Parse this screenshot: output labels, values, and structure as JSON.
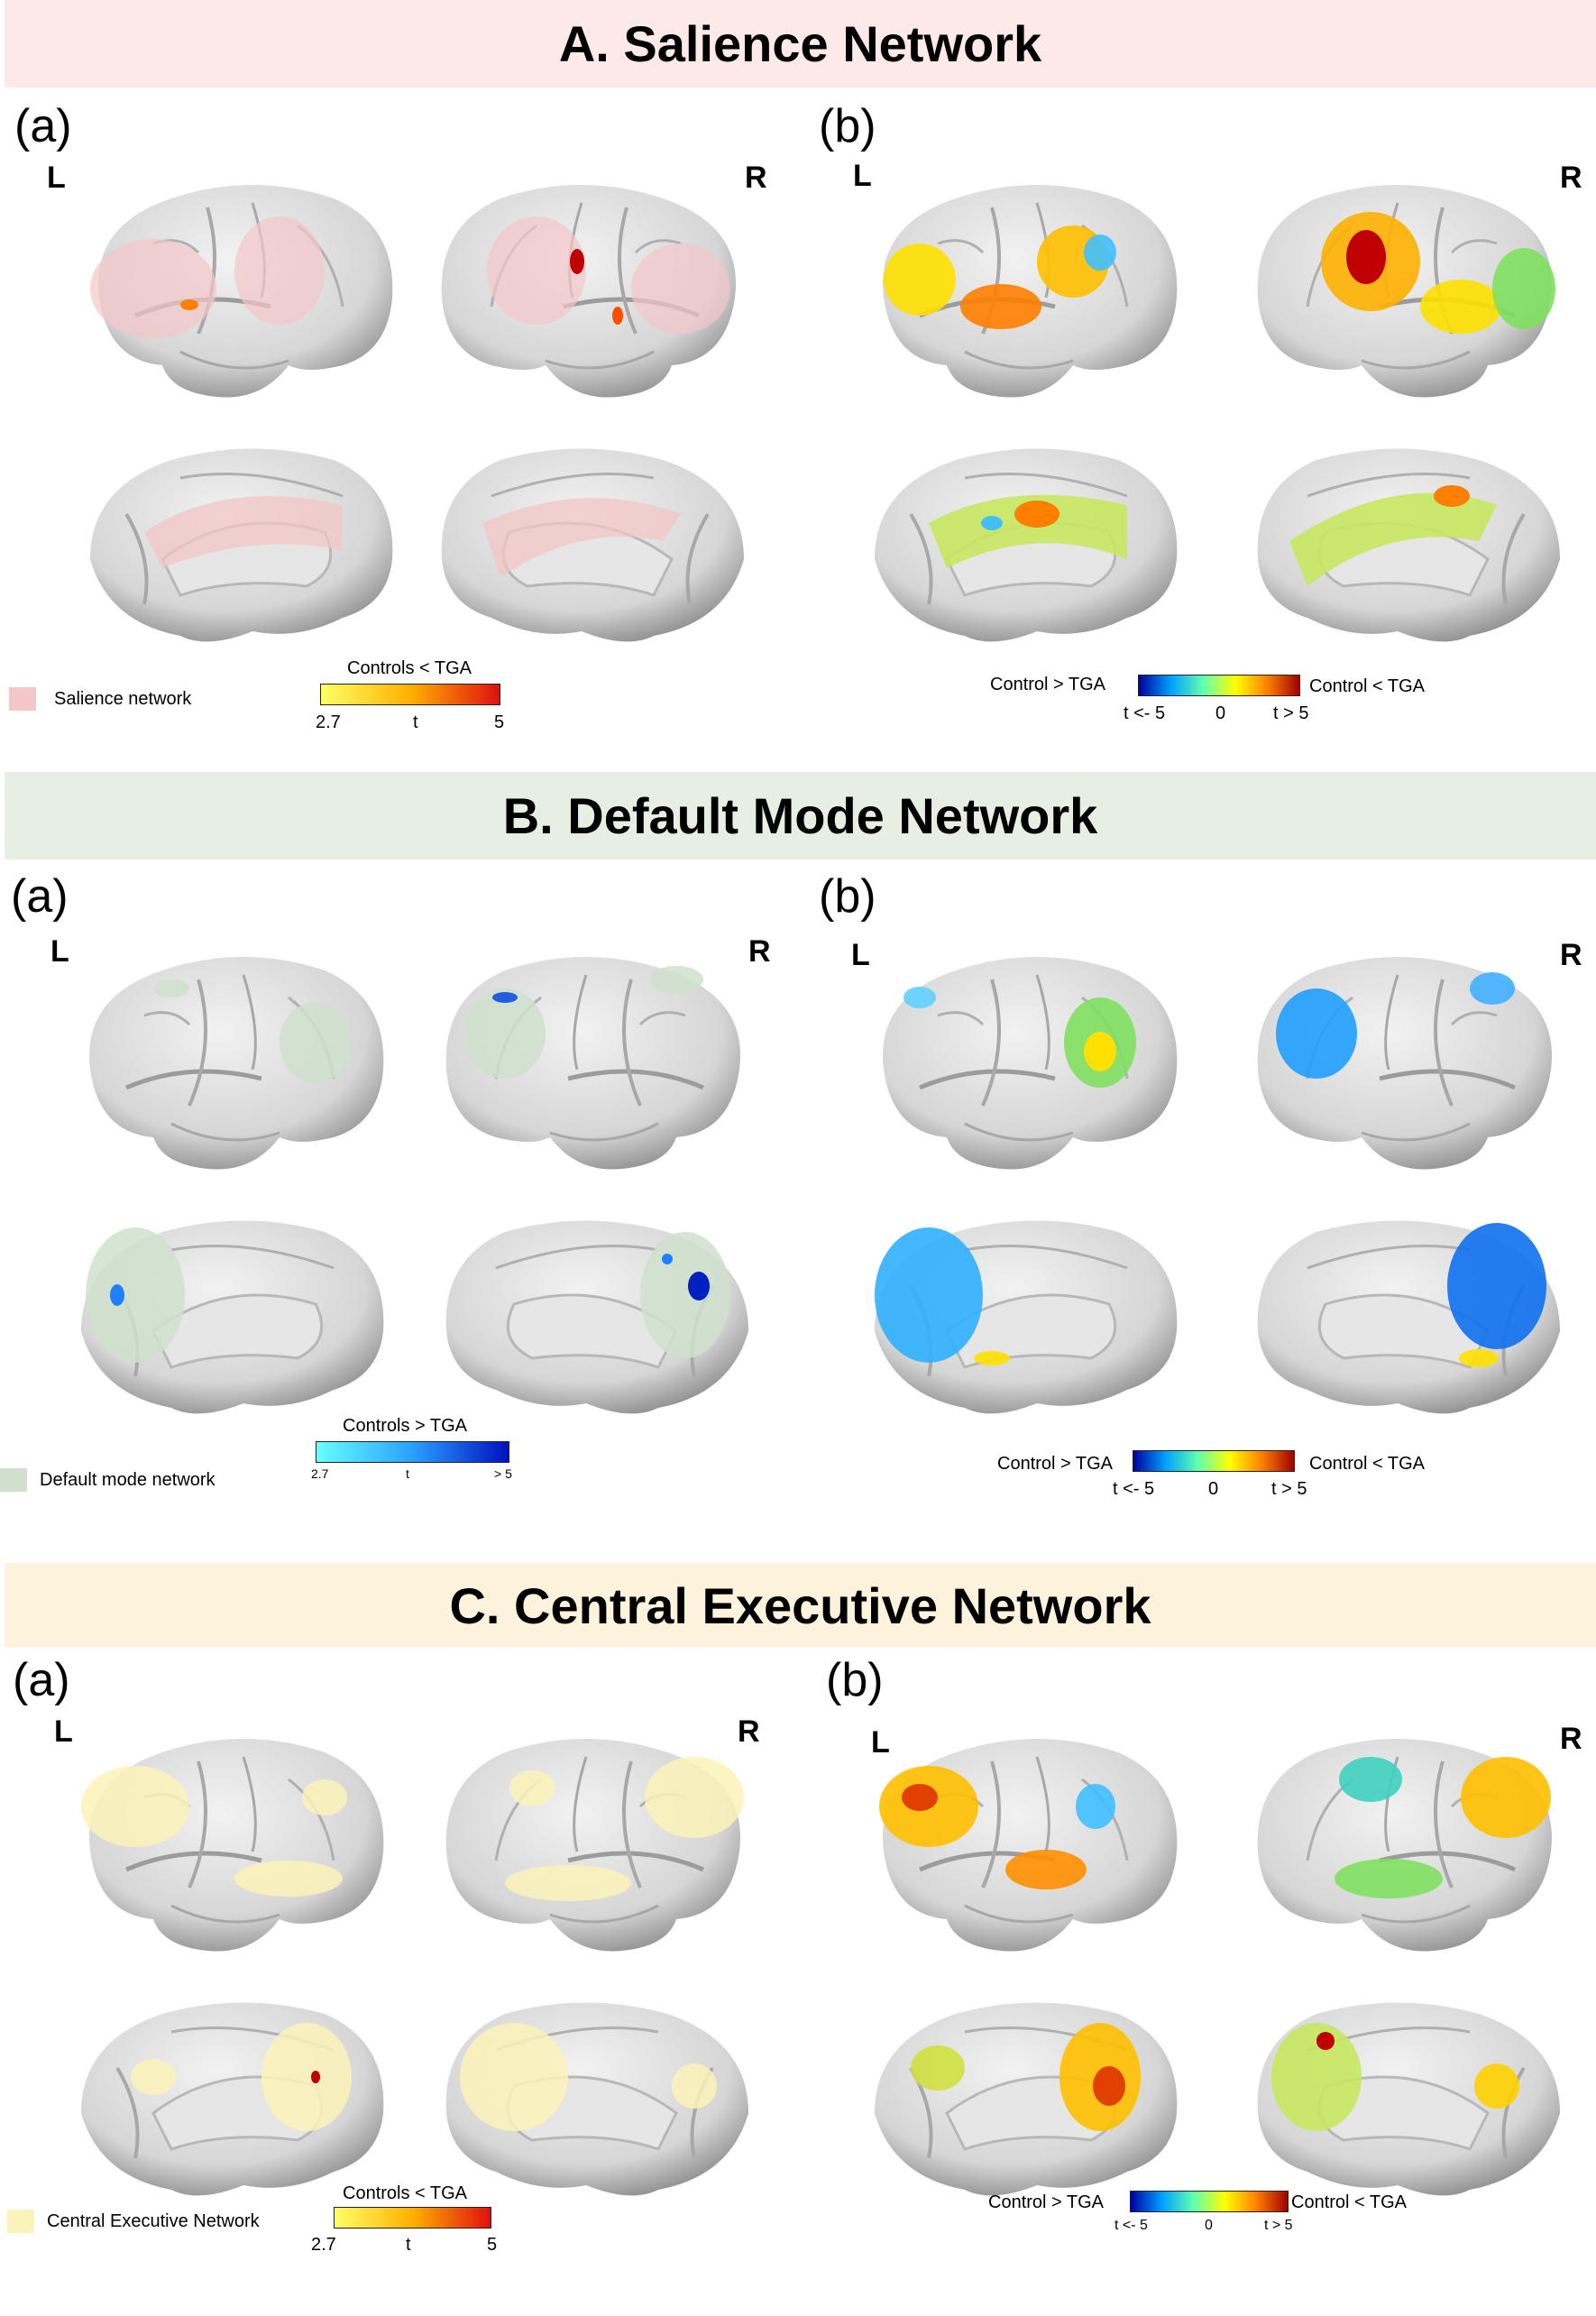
{
  "sections": [
    {
      "header": "A. Salience Network",
      "header_bg": "#fde9e7",
      "panel_a": "(a)",
      "panel_b": "(b)",
      "left": "L",
      "right": "R",
      "network_legend": "Salience network",
      "network_color": "#f4c6c6",
      "a_bar_title": "Controls < TGA",
      "a_bar_min": "2.7",
      "a_bar_mid": "t",
      "a_bar_max": "5",
      "b_left": "Control > TGA",
      "b_right": "Control < TGA",
      "b_tick_min": "t <- 5",
      "b_tick_mid": "0",
      "b_tick_max": "t > 5"
    },
    {
      "header": "B. Default Mode Network",
      "header_bg": "#e7efe3",
      "panel_a": "(a)",
      "panel_b": "(b)",
      "left": "L",
      "right": "R",
      "network_legend": "Default mode network",
      "network_color": "#cfe0cc",
      "a_bar_title": "Controls > TGA",
      "a_bar_min": "2.7",
      "a_bar_mid": "t",
      "a_bar_max": "> 5",
      "b_left": "Control > TGA",
      "b_right": "Control < TGA",
      "b_tick_min": "t <- 5",
      "b_tick_mid": "0",
      "b_tick_max": "t > 5"
    },
    {
      "header": "C. Central Executive Network",
      "header_bg": "#fdf3dd",
      "panel_a": "(a)",
      "panel_b": "(b)",
      "left": "L",
      "right": "R",
      "network_legend": "Central Executive Network",
      "network_color": "#fbf3b9",
      "a_bar_title": "Controls < TGA",
      "a_bar_min": "2.7",
      "a_bar_mid": "t",
      "a_bar_max": "5",
      "b_left": "Control > TGA",
      "b_right": "Control < TGA",
      "b_tick_min": "t <- 5",
      "b_tick_mid": "0",
      "b_tick_max": "t > 5"
    }
  ],
  "colors": {
    "brain_fill": "#dcdcdc",
    "brain_shadow": "#8a8a8a",
    "sulcus": "#9c9c9c",
    "hot_bar": [
      "#ffff66",
      "#ffb000",
      "#e01010"
    ],
    "cool_bar": [
      "#66ffff",
      "#2aa0ff",
      "#0010c0"
    ],
    "diverging_bar": [
      "#0000a0",
      "#00a0ff",
      "#60ffb0",
      "#ffff00",
      "#ff8000",
      "#a00000"
    ]
  }
}
